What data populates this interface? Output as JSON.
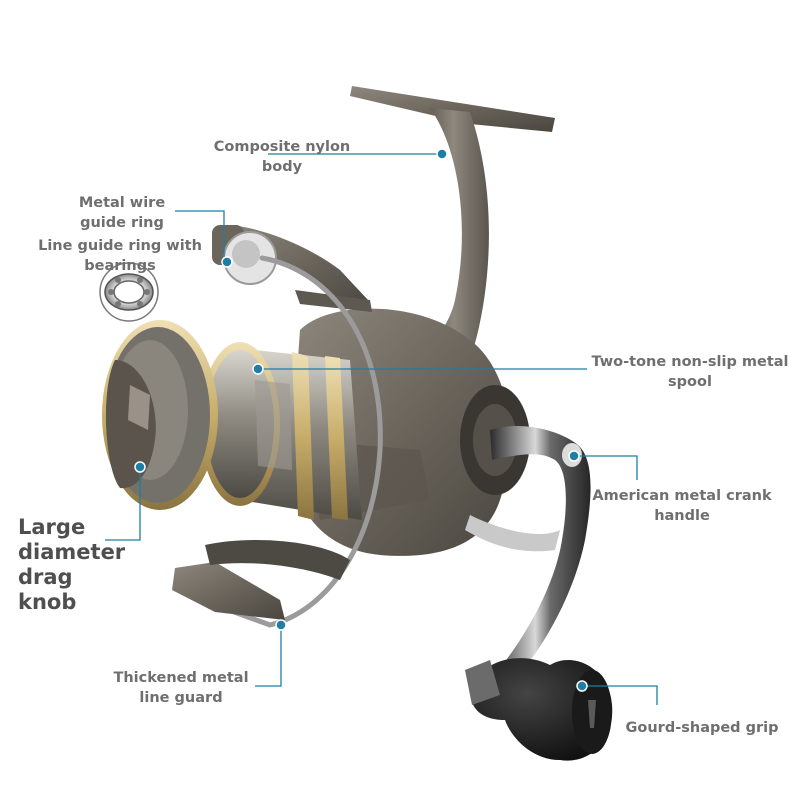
{
  "colors": {
    "callout_line": "#1f7ea3",
    "callout_dot": "#1f7ea3",
    "label_text": "#6f6f6f",
    "big_label_text": "#4f4f4f",
    "reel_body": "#6b655c",
    "spool_gold": "#c8ad6a",
    "grip": "#1c1c1c"
  },
  "labels": {
    "composite_body": [
      "Composite nylon",
      "body"
    ],
    "metal_wire_guide": [
      "Metal wire",
      "guide ring"
    ],
    "line_guide_bearings": [
      "Line guide ring with",
      "bearings"
    ],
    "two_tone_spool": [
      "Two-tone non-slip metal",
      "spool"
    ],
    "crank_handle": [
      "American metal crank",
      "handle"
    ],
    "drag_knob": [
      "Large",
      "diameter",
      "drag",
      "knob"
    ],
    "line_guard": [
      "Thickened metal",
      "line guard"
    ],
    "grip": [
      "Gourd-shaped grip"
    ]
  },
  "icons": {
    "bearing_inset": "ball-bearing-icon",
    "product": "spinning-reel-illustration"
  }
}
